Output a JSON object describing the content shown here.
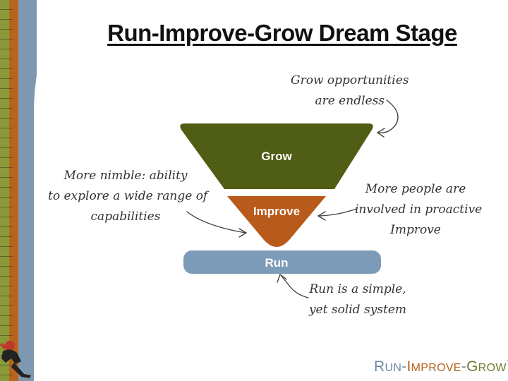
{
  "title": "Run-Improve-Grow Dream Stage",
  "stages": {
    "grow": "Grow",
    "improve": "Improve",
    "run": "Run"
  },
  "annotations": {
    "grow": [
      "Grow opportunities",
      "are endless"
    ],
    "nimble": [
      "More nimble: ability",
      "to explore a wide range of",
      "capabilities"
    ],
    "people": [
      "More people are",
      "involved in proactive",
      "Improve"
    ],
    "run": [
      "Run is a simple,",
      "yet solid system"
    ]
  },
  "logo": {
    "run": "R",
    "run_sc": "UN",
    "dash1": "-",
    "improve": "I",
    "improve_sc": "MPROVE",
    "dash2": "-",
    "grow": "G",
    "grow_sc": "ROW",
    "tm": "TM"
  },
  "colors": {
    "grow": "#4f5e14",
    "improve": "#b85a1b",
    "run": "#7b9bb8",
    "strip_green": "#8a9a3a",
    "strip_orange": "#b5651d",
    "strip_blue": "#7f98b1"
  },
  "icons": {
    "runner": "runner-figure-icon"
  }
}
